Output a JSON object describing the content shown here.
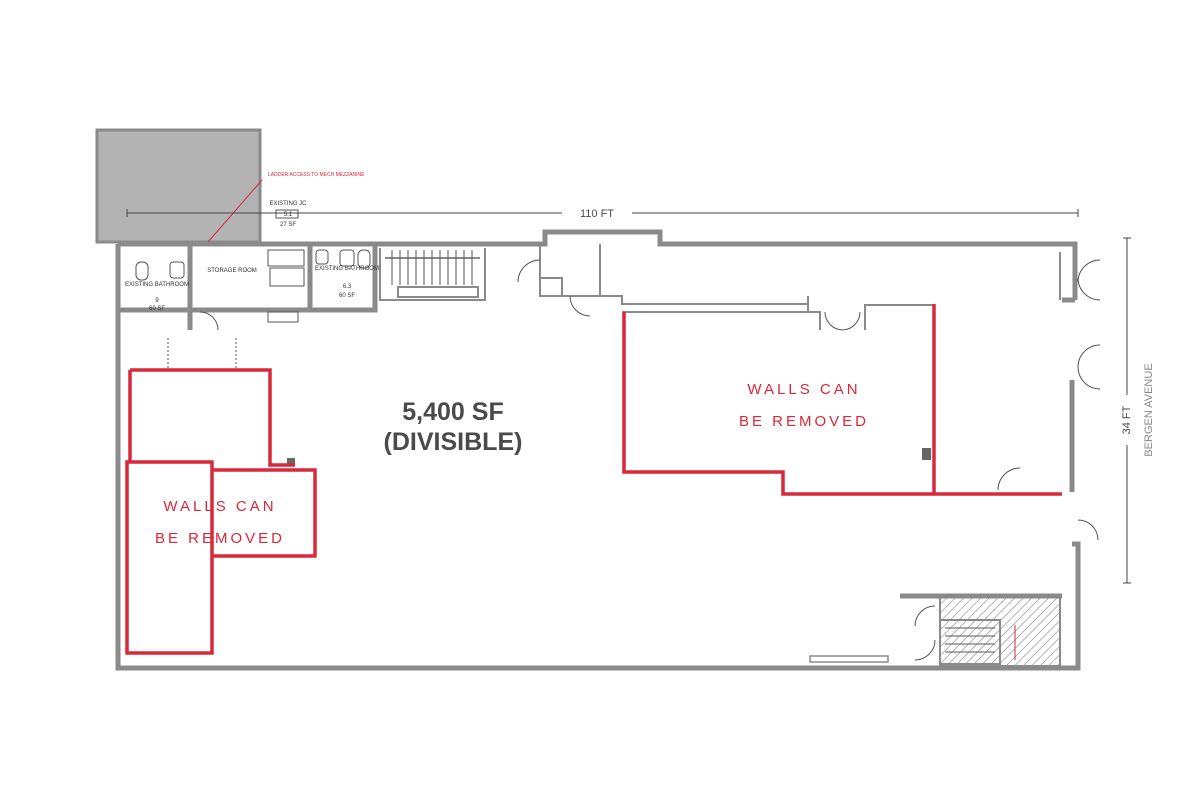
{
  "dimensions": {
    "width_label": "110 FT",
    "depth_label": "34 FT"
  },
  "street": "BERGEN AVENUE",
  "main_area": {
    "size": "5,400 SF",
    "note": "(DIVISIBLE)"
  },
  "callouts": {
    "left": {
      "line1": "WALLS CAN",
      "line2": "BE REMOVED"
    },
    "right": {
      "line1": "WALLS CAN",
      "line2": "BE REMOVED"
    }
  },
  "rooms": {
    "bathroom_left": {
      "name": "EXISTING BATHROOM",
      "tag": "9",
      "area": "60 SF"
    },
    "storage": {
      "name": "STORAGE ROOM"
    },
    "janitor": {
      "name": "EXISTING JC",
      "tag": "5.1",
      "area": "27 SF"
    },
    "bathroom_right": {
      "name": "EXISTING BATHROOM",
      "tag": "6.3",
      "area": "60 SF"
    }
  },
  "ladder_note": "LADDER ACCESS TO MECH MEZZANINE",
  "colors": {
    "wall": "#8a8a8a",
    "highlight": "#d8283a",
    "roof_block": "#b3b3b3",
    "text": "#4a4a4a"
  }
}
